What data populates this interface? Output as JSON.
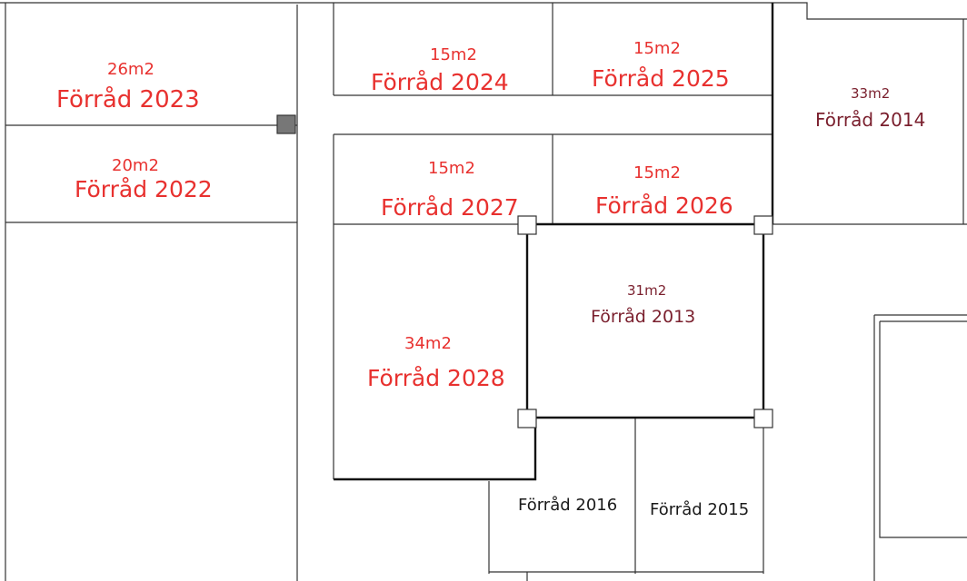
{
  "rooms": [
    {
      "id": "2023",
      "name": "Förråd 2023",
      "area": "26m2"
    },
    {
      "id": "2024",
      "name": "Förråd 2024",
      "area": "15m2"
    },
    {
      "id": "2025",
      "name": "Förråd 2025",
      "area": "15m2"
    },
    {
      "id": "2014",
      "name": "Förråd 2014",
      "area": "33m2"
    },
    {
      "id": "2022",
      "name": "Förråd 2022",
      "area": "20m2"
    },
    {
      "id": "2027",
      "name": "Förråd 2027",
      "area": "15m2"
    },
    {
      "id": "2026",
      "name": "Förråd 2026",
      "area": "15m2"
    },
    {
      "id": "2013",
      "name": "Förråd 2013",
      "area": "31m2"
    },
    {
      "id": "2028",
      "name": "Förråd 2028",
      "area": "34m2"
    },
    {
      "id": "2016",
      "name": "Förråd 2016"
    },
    {
      "id": "2015",
      "name": "Förråd 2015"
    }
  ],
  "colors": {
    "new_room_label": "#e8312f",
    "existing_room_label": "#7a1f2d",
    "plain_label": "#1a1a1a",
    "wall": "#222222",
    "column_filled": "#777777"
  }
}
